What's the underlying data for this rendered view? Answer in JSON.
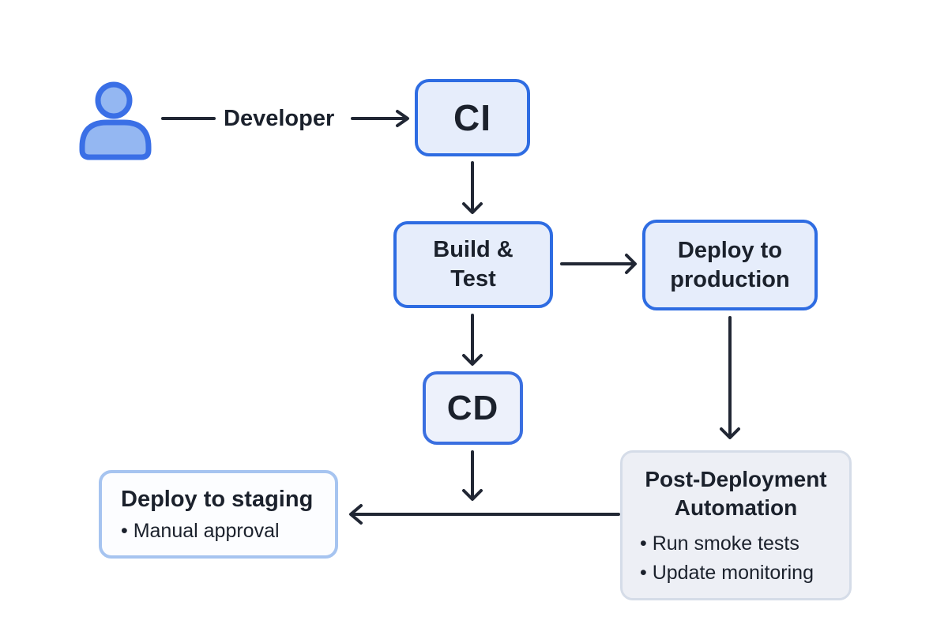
{
  "diagram": {
    "title_hint": "CI/CD pipeline flowchart",
    "developer_label": "Developer",
    "nodes": {
      "ci": {
        "label": "CI"
      },
      "build_test": {
        "lines": [
          "Build &",
          "Test"
        ]
      },
      "deploy_production": {
        "lines": [
          "Deploy to",
          "production"
        ]
      },
      "cd": {
        "label": "CD"
      },
      "deploy_staging": {
        "title": "Deploy to staging",
        "bullets": [
          "• Manual approval"
        ]
      },
      "post_deployment": {
        "title_lines": [
          "Post-Deployment",
          "Automation"
        ],
        "bullets": [
          "• Run smoke tests",
          "• Update monitoring"
        ]
      }
    },
    "colors": {
      "background": "#ffffff",
      "arrow": "#212734",
      "text": "#1b212c",
      "node_border_blue": "#2e6ce2",
      "node_fill_blue": "#e6edfb",
      "cd_fill": "#edf1fb",
      "staging_border": "#a6c4f0",
      "staging_fill": "#fcfdff",
      "post_border": "#d5dce8",
      "post_fill": "#edeff5",
      "person_fill": "#94b7f2",
      "person_stroke": "#3a6fe6"
    }
  }
}
